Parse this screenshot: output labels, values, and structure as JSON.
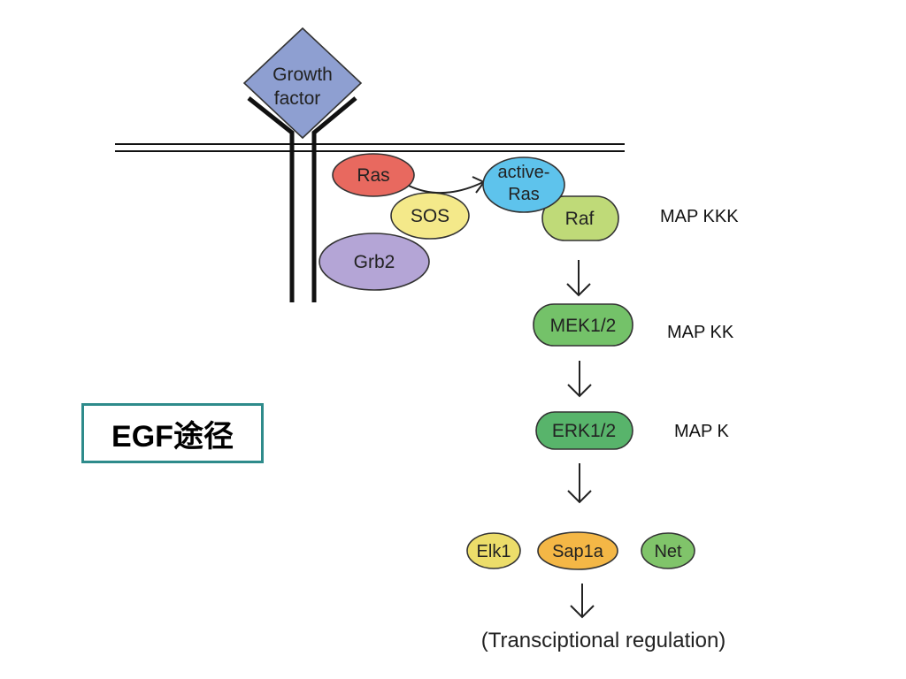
{
  "title": "EGF途径",
  "nodes": {
    "growth_factor": [
      "Growth",
      "factor"
    ],
    "ras": "Ras",
    "active_ras": [
      "active-",
      "Ras"
    ],
    "sos": "SOS",
    "raf": "Raf",
    "grb2": "Grb2",
    "mek": "MEK1/2",
    "erk": "ERK1/2",
    "elk1": "Elk1",
    "sap1a": "Sap1a",
    "net": "Net"
  },
  "levels": {
    "mapkkk": "MAP KKK",
    "mapkk": "MAP KK",
    "mapk": "MAP K"
  },
  "footer": "(Transciptional regulation)",
  "colors": {
    "growth_factor": "#8e9fd1",
    "ras": "#e8695f",
    "active_ras": "#5ec3ec",
    "sos": "#f4e98a",
    "raf": "#bfda78",
    "grb2": "#b4a5d6",
    "mek": "#74c269",
    "erk": "#58b46b",
    "elk1": "#ecdd6a",
    "sap1a": "#f4b746",
    "net": "#80c46a",
    "title_border": "#2e8b8b"
  }
}
